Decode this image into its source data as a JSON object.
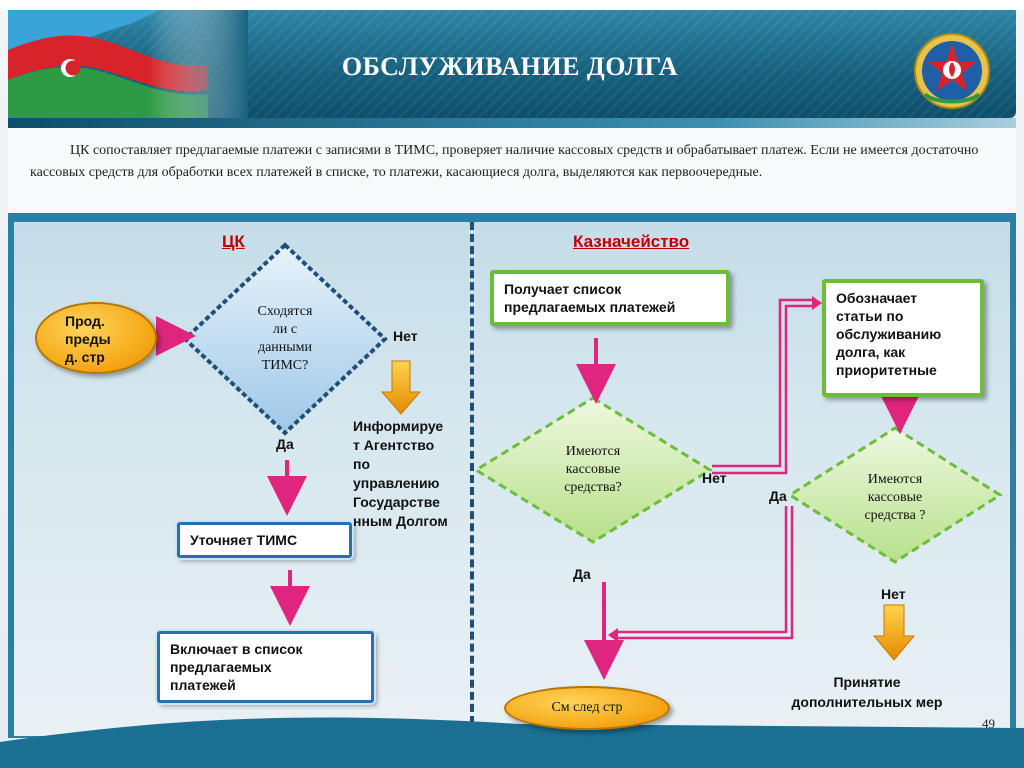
{
  "header": {
    "title": "ОБСЛУЖИВАНИЕ ДОЛГА"
  },
  "intro": {
    "text": "ЦК сопоставляет предлагаемые платежи с записями в ТИМС,  проверяет наличие кассовых средств и обрабатывает платеж. Если не имеется достаточно кассовых средств для обработки всех платежей в списке, то платежи, касающиеся долга, выделяются как первоочередные."
  },
  "left": {
    "heading": "ЦК",
    "start_oval": {
      "line1": "Прод.",
      "line2": "преды",
      "line3": "д. стр"
    },
    "decision": {
      "line1": "Сходятся",
      "line2": "ли с",
      "line3": "данными",
      "line4": "ТИМС?"
    },
    "no_label": "Нет",
    "yes_label": "Да",
    "inform": {
      "line1": "Информируе",
      "line2": "т Агентство",
      "line3": "по",
      "line4": "управлению",
      "line5": "Государстве",
      "line6": "нным Долгом"
    },
    "refine_box": "Уточняет  ТИМС",
    "include_box": {
      "line1": "Включает в список",
      "line2": "предлагаемых",
      "line3": "платежей"
    }
  },
  "right": {
    "heading": "Казначейство",
    "receive_box": {
      "line1": "Получает список",
      "line2": "предлагаемых платежей"
    },
    "decision1": {
      "line1": "Имеются",
      "line2": "кассовые",
      "line3": "средства?"
    },
    "no1_label": "Нет",
    "yes1_label": "Да",
    "mark_box": {
      "line1": "Обозначает",
      "line2": "статьи по",
      "line3": "обслуживанию",
      "line4": "долга, как",
      "line5": "приоритетные"
    },
    "decision2": {
      "line1": "Имеются",
      "line2": "кассовые",
      "line3": "средства ?"
    },
    "yes2_label": "Да",
    "no2_label": "Нет",
    "next_oval": "См след стр",
    "measures": {
      "line1": "Принятие",
      "line2": "дополнительных мер"
    }
  },
  "footer": {
    "page_number": "49"
  }
}
